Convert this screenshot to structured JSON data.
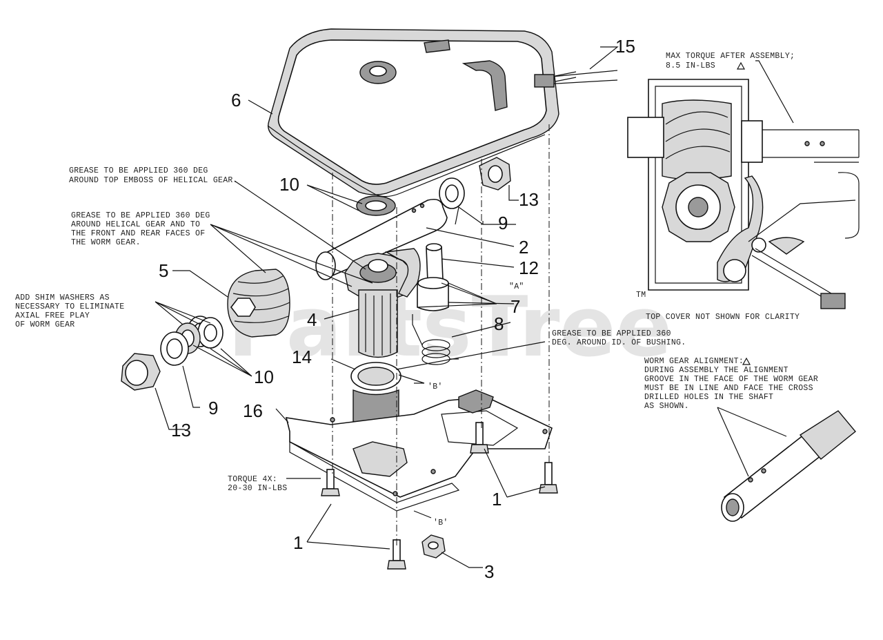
{
  "watermark": {
    "text": "PartsTree",
    "tm": "TM"
  },
  "callouts": [
    {
      "id": "1a",
      "label": "1"
    },
    {
      "id": "1b",
      "label": "1"
    },
    {
      "id": "2",
      "label": "2"
    },
    {
      "id": "3",
      "label": "3"
    },
    {
      "id": "4",
      "label": "4"
    },
    {
      "id": "5",
      "label": "5"
    },
    {
      "id": "6",
      "label": "6"
    },
    {
      "id": "7",
      "label": "7"
    },
    {
      "id": "8",
      "label": "8"
    },
    {
      "id": "9a",
      "label": "9"
    },
    {
      "id": "9b",
      "label": "9"
    },
    {
      "id": "10a",
      "label": "10"
    },
    {
      "id": "10b",
      "label": "10"
    },
    {
      "id": "12",
      "label": "12"
    },
    {
      "id": "13a",
      "label": "13"
    },
    {
      "id": "13b",
      "label": "13"
    },
    {
      "id": "14",
      "label": "14"
    },
    {
      "id": "15",
      "label": "15"
    },
    {
      "id": "16",
      "label": "16"
    }
  ],
  "refs": {
    "a": "\"A\"",
    "b1": "'B'",
    "b2": "'B'"
  },
  "notes": {
    "grease_top": [
      "GREASE TO BE APPLIED 360 DEG",
      "AROUND TOP EMBOSS OF HELICAL GEAR."
    ],
    "grease_helical": [
      "GREASE TO BE APPLIED 360 DEG",
      "AROUND HELICAL GEAR AND TO",
      "THE FRONT AND REAR FACES OF",
      "THE WORM GEAR."
    ],
    "shim": [
      "ADD SHIM WASHERS AS",
      "NECESSARY TO ELIMINATE",
      "AXIAL FREE PLAY",
      "OF WORM GEAR"
    ],
    "grease_bushing": [
      "GREASE TO BE APPLIED 360",
      "DEG. AROUND ID. OF BUSHING."
    ],
    "torque": [
      "TORQUE 4X:",
      "20-30 IN-LBS"
    ],
    "max_torque": [
      "MAX TORQUE AFTER ASSEMBLY;",
      "8.5 IN-LBS"
    ],
    "top_cover": "TOP COVER NOT SHOWN FOR CLARITY",
    "alignment": [
      "WORM GEAR ALIGNMENT:",
      "DURING ASSEMBLY THE ALIGNMENT",
      "GROOVE IN THE FACE OF THE WORM GEAR",
      "MUST BE IN LINE AND FACE THE CROSS",
      "DRILLED HOLES IN THE SHAFT",
      "AS SHOWN."
    ]
  }
}
